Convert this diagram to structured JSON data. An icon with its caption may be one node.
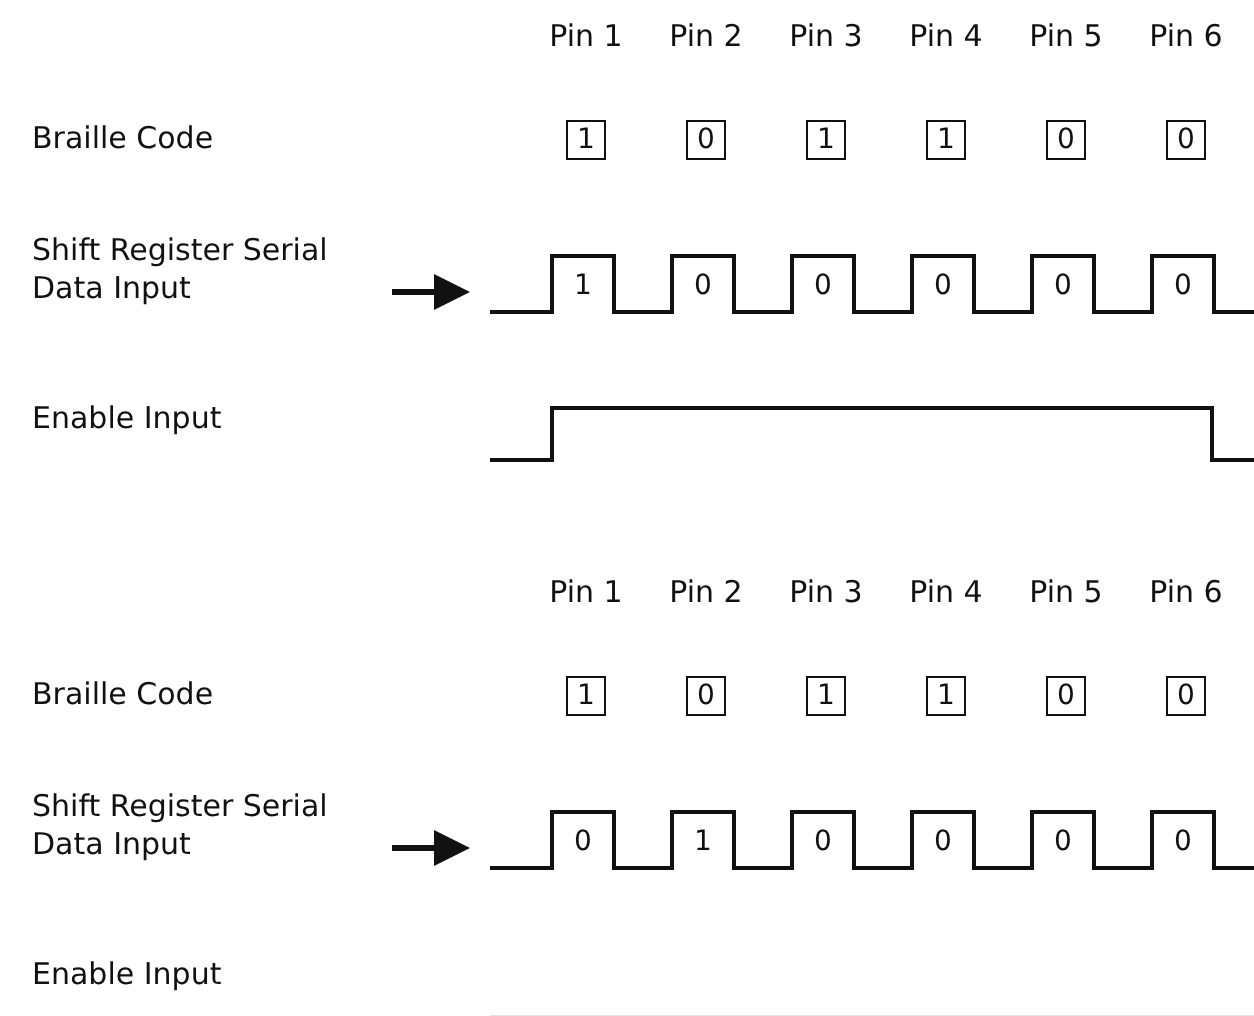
{
  "diagram": {
    "nodes": [
      {
        "text": [
          "1"
        ]
      },
      {
        "text": [
          "0"
        ]
      },
      {
        "text": [
          "1"
        ]
      },
      {
        "text": [
          "1"
        ]
      },
      {
        "text": [
          "0"
        ]
      },
      {
        "text": [
          "0"
        ]
      },
      {
        "text": [
          "1"
        ]
      },
      {
        "text": [
          "0"
        ]
      },
      {
        "text": [
          "1"
        ]
      },
      {
        "text": [
          "1"
        ]
      },
      {
        "text": [
          "0"
        ]
      },
      {
        "text": [
          "0"
        ]
      }
    ],
    "labels": [
      "Pin 1",
      "Pin 2",
      "Pin 3",
      "Pin 4",
      "Pin 5",
      "Pin 6",
      "Braille Code",
      "Shift Register Serial Data Input",
      "1",
      "0",
      "0",
      "0",
      "0",
      "0",
      "Enable Input",
      "Pin 1",
      "Pin 2",
      "Pin 3",
      "Pin 4",
      "Pin 5",
      "Pin 6",
      "Braille Code",
      "Shift Register Serial Data Input",
      "0",
      "1",
      "0",
      "0",
      "0",
      "0",
      "Enable Input"
    ]
  }
}
